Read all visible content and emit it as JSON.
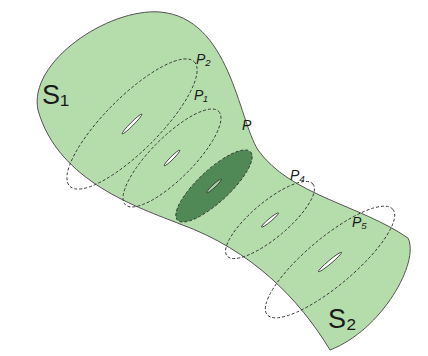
{
  "diagram": {
    "labels": [
      "S₁",
      "P₂",
      "P₁",
      "P",
      "P₄",
      "P₅",
      "S₂"
    ]
  }
}
